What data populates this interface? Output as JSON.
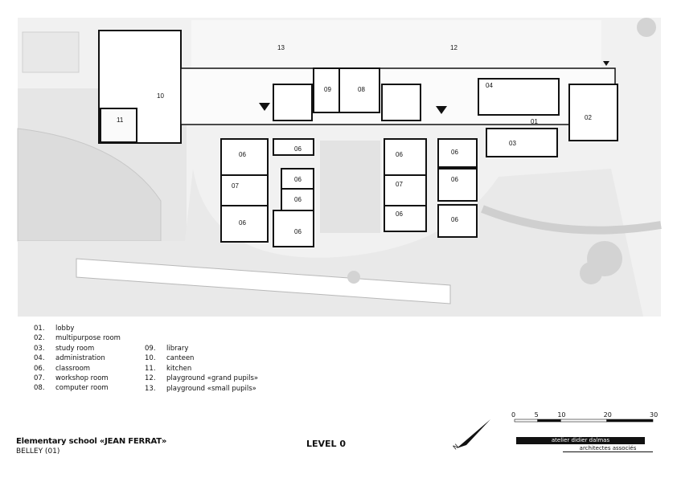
{
  "plan": {
    "room_tags": {
      "lobby": "01",
      "multipurpose": "02",
      "study": "03",
      "administration": "04",
      "classroom": "06",
      "workshop": "07",
      "computer": "08",
      "library": "09",
      "canteen": "10",
      "kitchen": "11",
      "playground_grand": "12",
      "playground_small": "13"
    },
    "north_label": "N"
  },
  "legend": {
    "left": [
      {
        "num": "01.",
        "label": "lobby"
      },
      {
        "num": "02.",
        "label": "multipurpose room"
      },
      {
        "num": "03.",
        "label": "study room"
      },
      {
        "num": "04.",
        "label": "administration"
      },
      {
        "num": "06.",
        "label": "classroom"
      },
      {
        "num": "07.",
        "label": "workshop room"
      },
      {
        "num": "08.",
        "label": "computer room"
      }
    ],
    "right": [
      {
        "num": "09.",
        "label": "library"
      },
      {
        "num": "10.",
        "label": "canteen"
      },
      {
        "num": "11.",
        "label": "kitchen"
      },
      {
        "num": "12.",
        "label": "playground «grand pupils»"
      },
      {
        "num": "13.",
        "label": "playground «small pupils»"
      }
    ]
  },
  "title_block": {
    "project_title": "Elementary school «JEAN FERRAT»",
    "project_location": "BELLEY (01)",
    "level": "LEVEL 0",
    "firm_name": "atelier didier dalmas",
    "firm_subtitle": "architectes associés"
  },
  "scale": {
    "ticks": [
      "0",
      "5",
      "10",
      "20",
      "30"
    ],
    "tick_values": [
      0,
      5,
      10,
      20,
      30
    ],
    "max": 30
  }
}
